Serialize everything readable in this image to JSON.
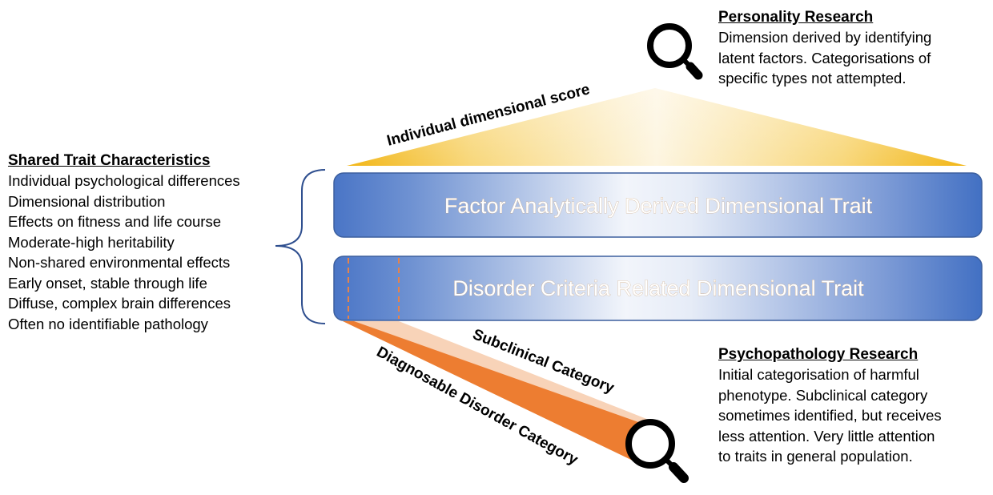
{
  "shared_traits": {
    "heading": "Shared Trait Characteristics",
    "items": [
      "Individual psychological differences",
      "Dimensional distribution",
      "Effects on fitness and life course",
      "Moderate-high heritability",
      "Non-shared environmental effects",
      "Early onset, stable through life",
      "Diffuse, complex brain differences",
      "Often no identifiable pathology"
    ]
  },
  "personality_research": {
    "heading": "Personality Research",
    "lines": [
      "Dimension derived by identifying",
      "latent factors. Categorisations of",
      "specific types not attempted."
    ]
  },
  "psychopathology_research": {
    "heading": "Psychopathology Research",
    "lines": [
      "Initial categorisation of harmful",
      "phenotype. Subclinical category",
      "sometimes identified, but receives",
      "less attention. Very little attention",
      "to traits in general population."
    ]
  },
  "bars": {
    "factor_trait": "Factor Analytically Derived Dimensional Trait",
    "disorder_trait": "Disorder Criteria Related Dimensional Trait"
  },
  "beam_labels": {
    "dimensional_score": "Individual dimensional score",
    "subclinical": "Subclinical Category",
    "diagnosable": "Diagnosable Disorder Category"
  },
  "icons": {
    "top_lens": "magnifying-glass-icon",
    "bottom_lens": "magnifying-glass-icon",
    "brace": "curly-brace"
  },
  "colors": {
    "bar_blue": "#4472c4",
    "beam_yellow": "#f5c232",
    "beam_orange": "#ed7d31",
    "beam_light_orange": "#f8d3b8",
    "brace_blue": "#2f4f8f"
  }
}
